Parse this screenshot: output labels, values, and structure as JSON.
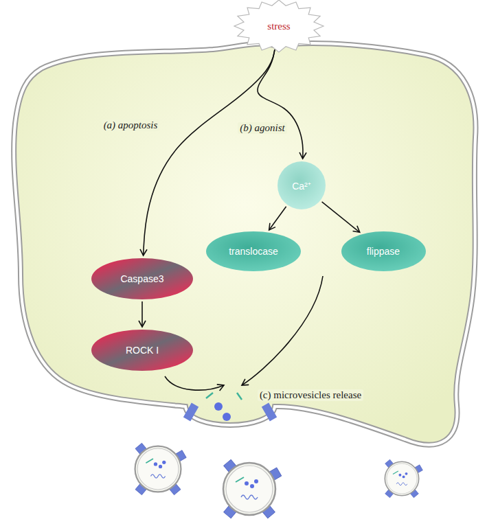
{
  "diagram": {
    "nodes": [
      {
        "text": [
          "stress"
        ]
      },
      {
        "text": [
          "Caspase3"
        ]
      },
      {
        "text": [
          "ROCK I"
        ]
      },
      {
        "text": [
          "Ca²⁺"
        ]
      },
      {
        "text": [
          "translocase"
        ]
      },
      {
        "text": [
          "flippase"
        ]
      }
    ],
    "edges": [
      {
        "from": 0,
        "to": 1,
        "arrow": "to"
      },
      {
        "from": 0,
        "to": 3,
        "arrow": "to"
      },
      {
        "from": 1,
        "to": 2,
        "arrow": "to"
      },
      {
        "from": 3,
        "to": 4,
        "arrow": "to"
      },
      {
        "from": 3,
        "to": 5,
        "arrow": "to"
      }
    ],
    "labels": [
      "(a) apoptosis",
      "(b) agonist",
      "(c) microvesicles release"
    ]
  }
}
